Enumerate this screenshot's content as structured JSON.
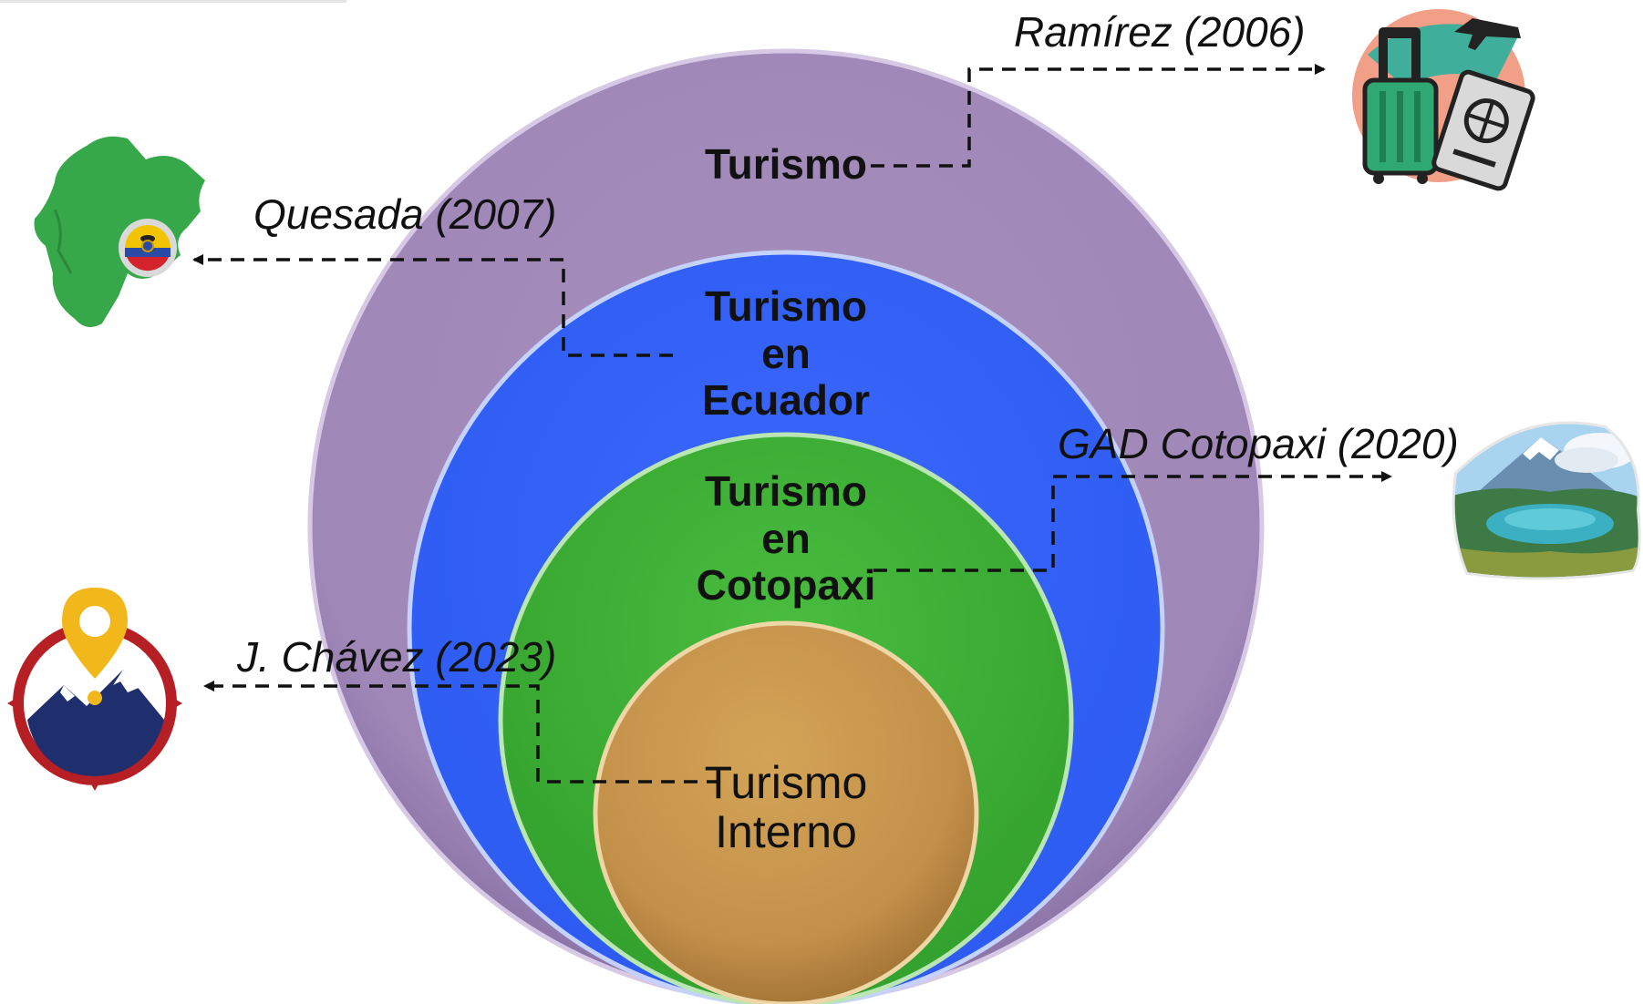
{
  "rings": [
    {
      "label": "Turismo",
      "color": "#a187b8",
      "weight": "bold"
    },
    {
      "label": "Turismo\nen\nEcuador",
      "color": "#3563fb",
      "weight": "bold"
    },
    {
      "label": "Turismo\nen\nCotopaxi",
      "color": "#43b53b",
      "weight": "bold"
    },
    {
      "label": "Turismo\nInterno",
      "color": "#c9964a",
      "weight": "normal"
    }
  ],
  "citations": [
    {
      "text": "Ramírez (2006)",
      "points_to": "travel-icon"
    },
    {
      "text": "Quesada (2007)",
      "points_to": "ecuador-map-icon"
    },
    {
      "text": "GAD Cotopaxi (2020)",
      "points_to": "volcano-lagoon-icon"
    },
    {
      "text": "J. Chávez (2023)",
      "points_to": "mountain-compass-icon"
    }
  ],
  "icons": [
    "travel-icon",
    "ecuador-map-icon",
    "volcano-lagoon-icon",
    "mountain-compass-icon"
  ]
}
